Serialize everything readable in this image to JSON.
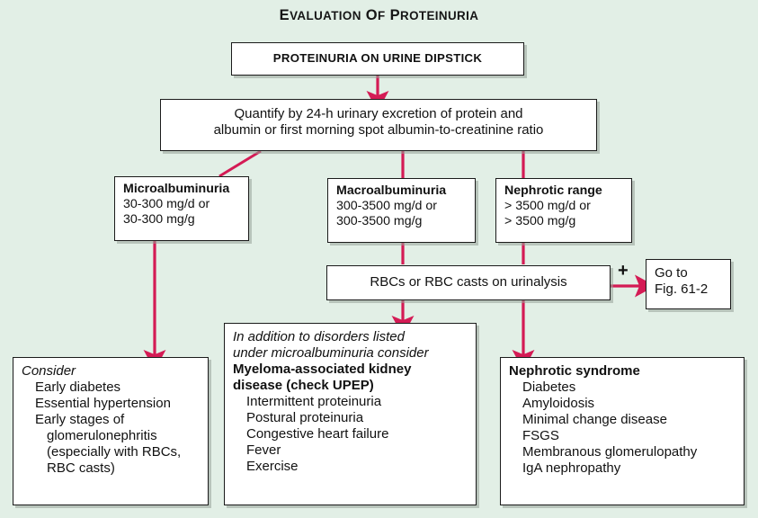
{
  "title": {
    "full": "EVALUATION OF PROTEINURIA",
    "parts": [
      {
        "first": "E",
        "rest": "VALUATION"
      },
      {
        "first": "O",
        "rest": "F"
      },
      {
        "first": "P",
        "rest": "ROTEINURIA"
      }
    ]
  },
  "colors": {
    "background": "#e2efe6",
    "arrow": "#d41b55",
    "box_border": "#1b1b1b",
    "box_fill": "#ffffff",
    "text": "#111111"
  },
  "nodes": {
    "dipstick": {
      "label": "PROTEINURIA ON URINE DIPSTICK"
    },
    "quantify": {
      "line1": "Quantify by 24-h urinary excretion of protein and",
      "line2": "albumin or first morning spot albumin-to-creatinine ratio"
    },
    "microalbuminuria": {
      "heading": "Microalbuminuria",
      "lines": [
        "30-300 mg/d or",
        "30-300 mg/g"
      ]
    },
    "macroalbuminuria": {
      "heading": "Macroalbuminuria",
      "lines": [
        "300-3500 mg/d or",
        "300-3500 mg/g"
      ]
    },
    "nephrotic_range": {
      "heading": "Nephrotic range",
      "lines": [
        "> 3500 mg/d or",
        "> 3500 mg/g"
      ]
    },
    "rbc_urinalysis": {
      "label": "RBCs or RBC casts on urinalysis"
    },
    "goto_fig": {
      "line1": "Go to",
      "line2": "Fig. 61-2"
    },
    "consider": {
      "heading": "Consider",
      "items": [
        "Early diabetes",
        "Essential hypertension",
        "Early stages of"
      ],
      "sub_items": [
        "glomerulonephritis",
        "(especially with RBCs,",
        "RBC casts)"
      ]
    },
    "myeloma": {
      "italic_line1": "In addition to disorders listed",
      "italic_line2": "under microalbuminuria consider",
      "bold_line1": "Myeloma-associated kidney",
      "bold_line2": "disease (check UPEP)",
      "items": [
        "Intermittent proteinuria",
        "Postural proteinuria",
        "Congestive heart failure",
        "Fever",
        "Exercise"
      ]
    },
    "nephrotic_syndrome": {
      "heading": "Nephrotic syndrome",
      "items": [
        "Diabetes",
        "Amyloidosis",
        "Minimal change disease",
        "FSGS",
        "Membranous glomerulopathy",
        "IgA nephropathy"
      ]
    }
  },
  "annotations": {
    "plus": "+"
  }
}
